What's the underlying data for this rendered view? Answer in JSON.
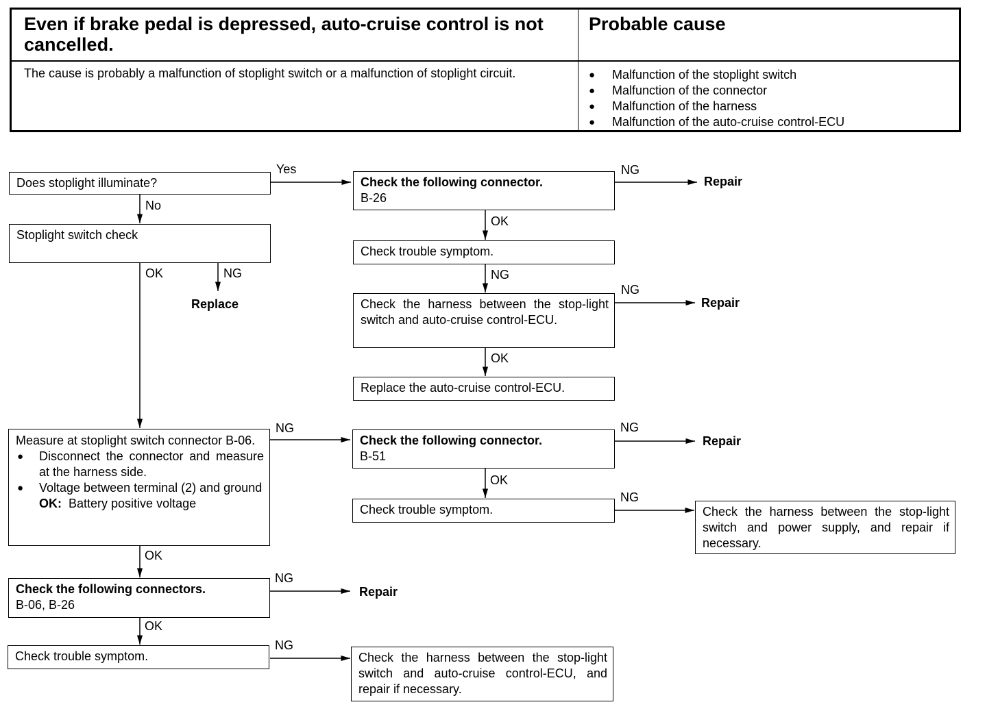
{
  "header": {
    "title": "Even if brake pedal is depressed, auto-cruise control is not cancelled.",
    "cause_heading": "Probable cause",
    "description": "The cause is probably a malfunction of stoplight switch or a malfunction of stoplight circuit.",
    "causes": [
      "Malfunction of the stoplight switch",
      "Malfunction of the connector",
      "Malfunction of the harness",
      "Malfunction of the auto-cruise control-ECU"
    ]
  },
  "flow": {
    "q_stoplight": "Does stoplight illuminate?",
    "stoplight_switch_check": "Stoplight switch check",
    "replace": "Replace",
    "check_connector_b26": {
      "title": "Check the following connector.",
      "code": "B-26"
    },
    "check_symptom_1": "Check trouble symptom.",
    "check_harness_1": "Check the harness between the stop-light switch and auto-cruise control-ECU.",
    "replace_ecu": "Replace the auto-cruise control-ECU.",
    "measure": {
      "title": "Measure at stoplight switch connector B-06.",
      "bullets": [
        "Disconnect the connector and measure at the harness side.",
        "Voltage between terminal (2) and ground"
      ],
      "ok_label": "OK:",
      "ok_value": "Battery positive voltage"
    },
    "check_connector_b51": {
      "title": "Check the following connector.",
      "code": "B-51"
    },
    "check_symptom_2": "Check trouble symptom.",
    "check_harness_power": "Check the harness between the stop-light switch and power supply, and repair if necessary.",
    "check_connectors_b06_b26": {
      "title": "Check the following connectors.",
      "code": "B-06, B-26"
    },
    "check_symptom_3": "Check trouble symptom.",
    "check_harness_repair": "Check the harness between the stop-light switch and auto-cruise control-ECU, and repair if necessary.",
    "repair": "Repair",
    "yes": "Yes",
    "no": "No",
    "ok": "OK",
    "ng": "NG"
  }
}
